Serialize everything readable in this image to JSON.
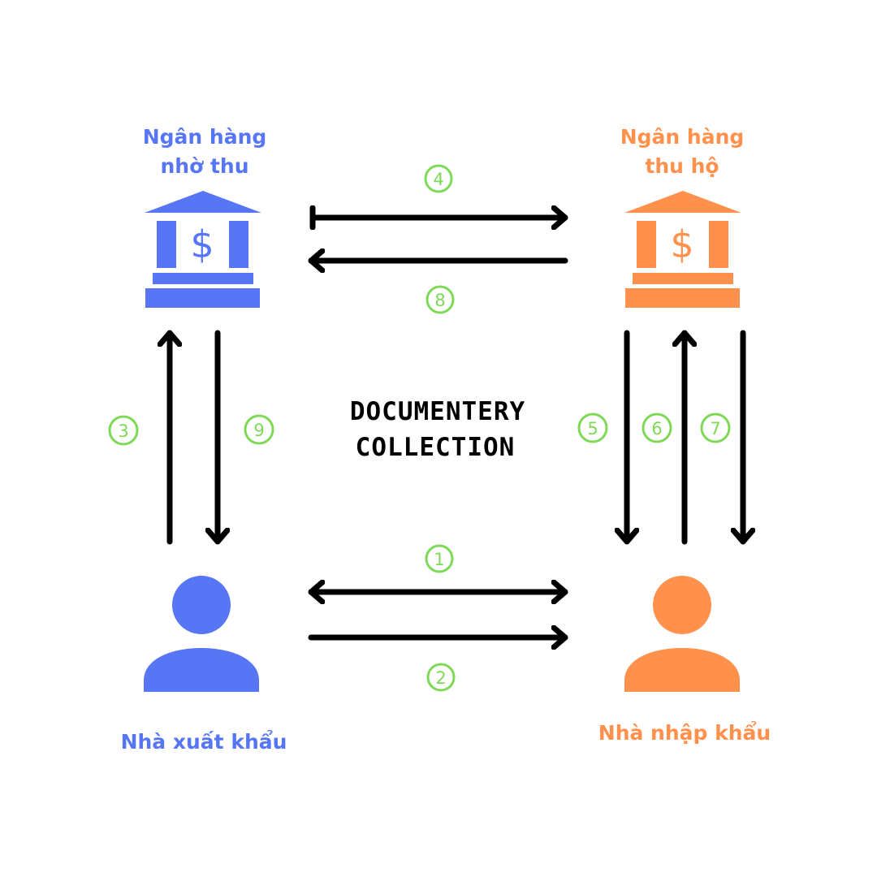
{
  "title": {
    "line1": "DOCUMENTERY",
    "line2": "COLLECTION"
  },
  "colors": {
    "blue": "#5676F5",
    "orange": "#FF914D",
    "green": "#7ED957",
    "black": "#000000"
  },
  "nodes": {
    "remitting_bank": {
      "line1": "Ngân hàng",
      "line2": "nhờ thu",
      "icon": "bank-icon"
    },
    "collecting_bank": {
      "line1": "Ngân hàng",
      "line2": "thu hộ",
      "icon": "bank-icon"
    },
    "exporter": {
      "label": "Nhà xuất khẩu",
      "icon": "person-icon"
    },
    "importer": {
      "label": "Nhà nhập khẩu",
      "icon": "person-icon"
    }
  },
  "steps": {
    "s1": "1",
    "s2": "2",
    "s3": "3",
    "s4": "4",
    "s5": "5",
    "s6": "6",
    "s7": "7",
    "s8": "8",
    "s9": "9"
  }
}
